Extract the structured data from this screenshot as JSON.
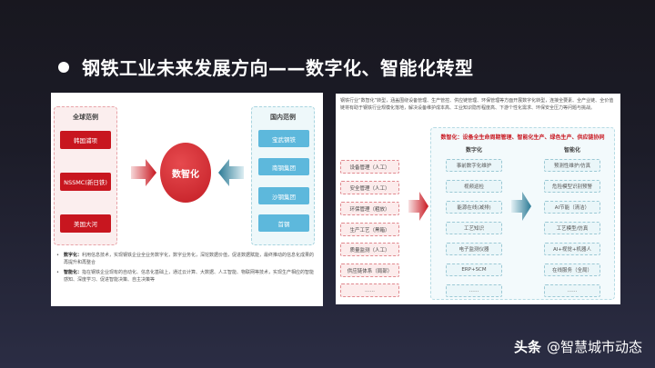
{
  "title": "钢铁工业未来发展方向——数字化、智能化转型",
  "left_figure": {
    "global_group": {
      "title": "全球范例",
      "items": [
        "韩国浦项",
        "NSSMC(新日铁)",
        "美国大河"
      ]
    },
    "center": "数智化",
    "domestic_group": {
      "title": "国内范例",
      "items": [
        "宝武钢铁",
        "南钢集团",
        "沙钢集团",
        "首钢"
      ]
    },
    "notes": [
      {
        "label": "数字化：",
        "text": "利用信息技术，实现钢铁企业全业务数字化，数字业务化，深挖数据价值，促进数据赋能，最终推动的信息化成果的再提升和再整合"
      },
      {
        "label": "智能化：",
        "text": "指在钢铁企业现有的自动化、信息化基础上，通过云计算、大数据、人工智能、物联网等技术，实现生产相应的智能感知、深度学习、促进智能决策、自主决策等"
      }
    ],
    "colors": {
      "red": "#c8161f",
      "blue": "#5db8dc"
    }
  },
  "right_figure": {
    "intro": "钢铁行业“数智化”转型，涵盖围绕设备管理、生产管控、供应链管理、环保管理等方面开展数字化转型，连接全要素、全产业链、全价值链将有助于钢铁行业规模化落地，解决设备维护成本高、工业知识隐形程度高、下游个性化需求、环保安全压力等问题与挑战。",
    "headline": "数智化：设备全生命周期管理、智能化生产、绿色生产、供应链协同",
    "current_items": [
      "设备管理（人工）",
      "安全管理（人工）",
      "环保管理（粗放）",
      "生产工艺（黑箱）",
      "质量监测（人工）",
      "供应链体系（局部）",
      "……"
    ],
    "digital": {
      "title": "数字化",
      "items": [
        "事前数字化维护",
        "视频巡检",
        "能源在线(减排)",
        "工艺知识",
        "电子监测仪器",
        "ERP+SCM",
        "……"
      ]
    },
    "intelligent": {
      "title": "智能化",
      "items": [
        "预测性维护/仿真",
        "危险模型识别预警",
        "AI节能（清洁）",
        "工艺模型/仿真",
        "AI+视觉+机器人",
        "在线服务（全局）",
        "……"
      ]
    }
  },
  "watermark": {
    "brand": "头条",
    "account": "@智慧城市动态"
  }
}
